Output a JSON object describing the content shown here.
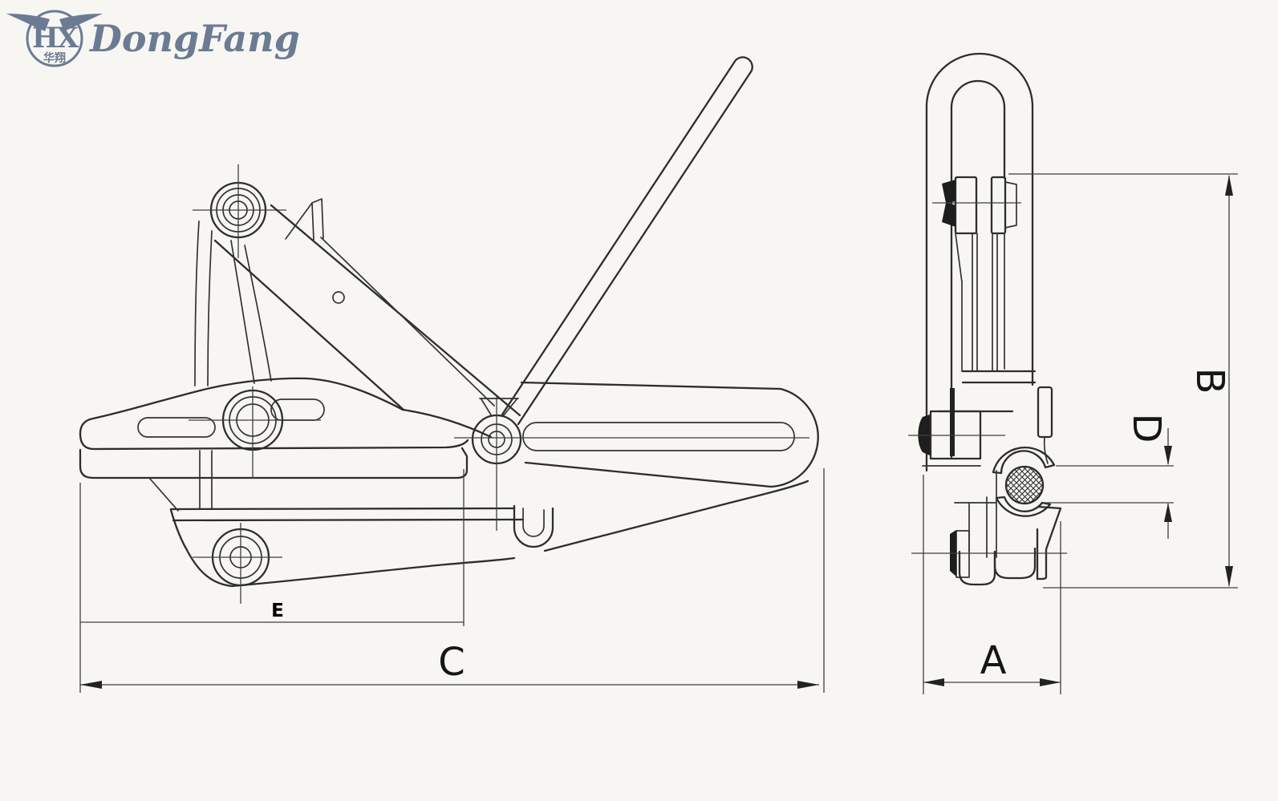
{
  "logo": {
    "monogram": "HX",
    "chinese": "华翔",
    "brand": "DongFang",
    "color": "#6b7b93"
  },
  "dims": {
    "A": "A",
    "B": "B",
    "C": "C",
    "D": "D",
    "E": "E"
  },
  "style": {
    "background": "#f7f6f2",
    "line_color": "#2d2d2d",
    "centerline_color": "#3f3f3f",
    "solid_fill": "#1e1e1e"
  }
}
